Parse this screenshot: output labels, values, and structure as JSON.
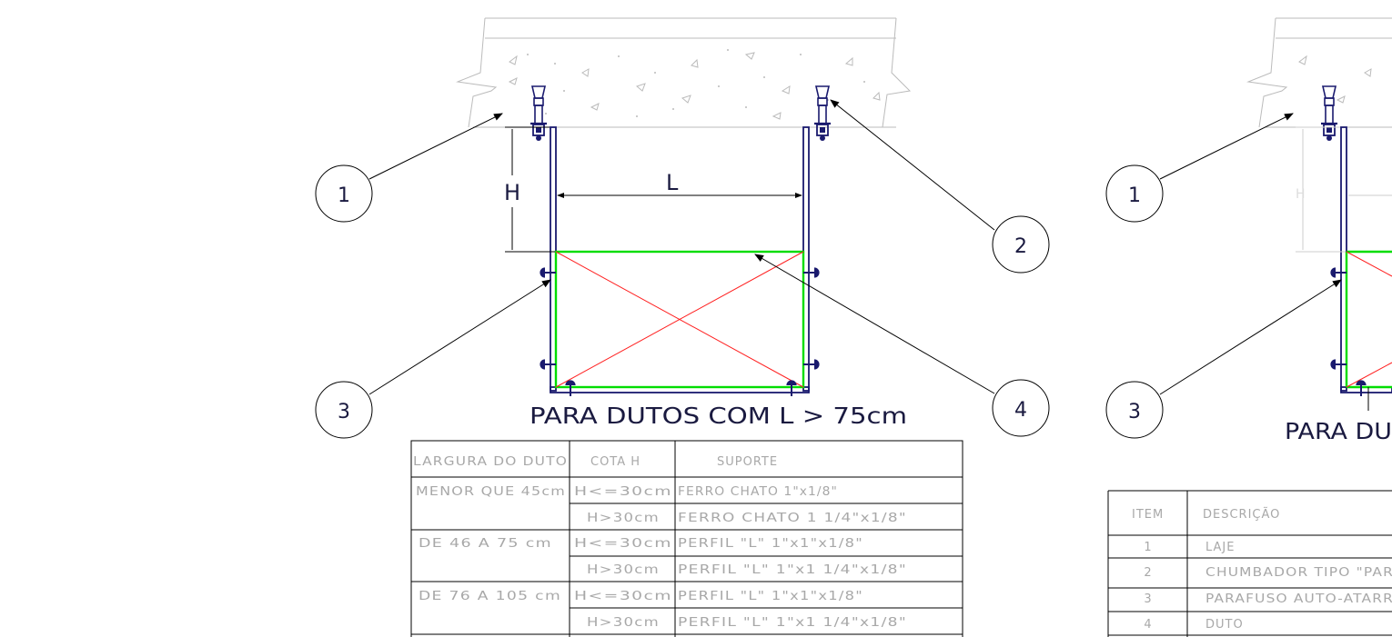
{
  "colors": {
    "support": "#1a1a6e",
    "duct": "#00dd00",
    "cross": "#ff2020",
    "leader": "#000000",
    "slab": "#bbbbbb",
    "table_line": "#000000",
    "table_text": "#a8a8a8"
  },
  "left_detail": {
    "caption": "PARA DUTOS COM L > 75cm",
    "dim_h": "H",
    "dim_l": "L",
    "callouts": [
      "1",
      "2",
      "3",
      "4"
    ]
  },
  "right_detail": {
    "caption": "PARA DU",
    "dim_h": "H",
    "callouts": [
      "1",
      "3"
    ]
  },
  "support_table": {
    "headers": [
      "LARGURA DO DUTO",
      "COTA H",
      "SUPORTE"
    ],
    "rows": [
      [
        "MENOR QUE 45cm",
        "H<=30cm",
        "FERRO CHATO 1\"x1/8\""
      ],
      [
        "",
        "H>30cm",
        "FERRO CHATO 1 1/4\"x1/8\""
      ],
      [
        "DE 46 A 75 cm",
        "H<=30cm",
        "PERFIL \"L\" 1\"x1\"x1/8\""
      ],
      [
        "",
        "H>30cm",
        "PERFIL \"L\" 1\"x1 1/4\"x1/8\""
      ],
      [
        "DE 76 A 105 cm",
        "H<=30cm",
        "PERFIL \"L\" 1\"x1\"x1/8\""
      ],
      [
        "",
        "H>30cm",
        "PERFIL \"L\" 1\"x1 1/4\"x1/8\""
      ]
    ]
  },
  "legend_table": {
    "headers": [
      "ITEM",
      "DESCRIÇÃO"
    ],
    "rows": [
      [
        "1",
        "LAJE"
      ],
      [
        "2",
        "CHUMBADOR TIPO \"PAR"
      ],
      [
        "3",
        "PARAFUSO AUTO-ATARR"
      ],
      [
        "4",
        "DUTO"
      ]
    ]
  }
}
